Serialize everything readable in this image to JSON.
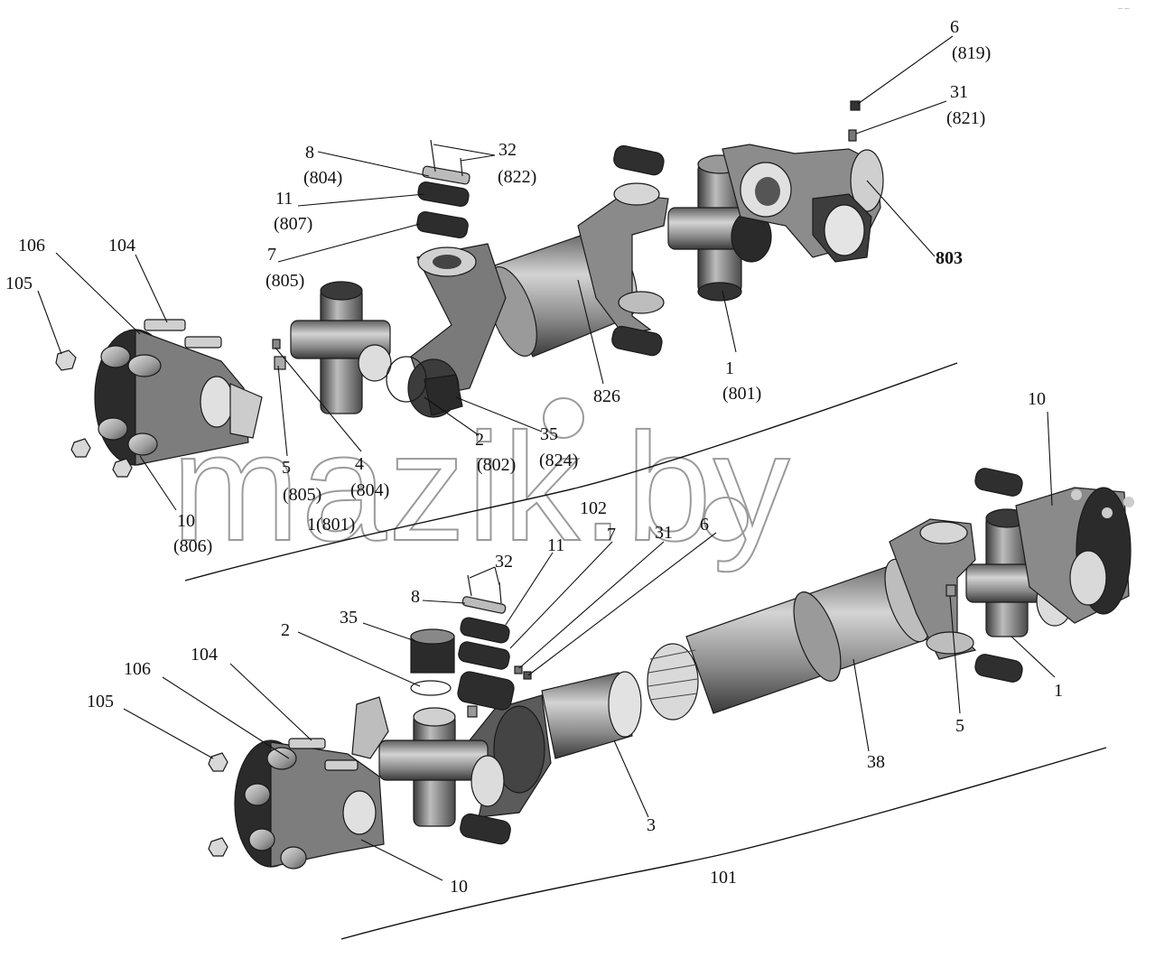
{
  "labels_top": {
    "l6": "6",
    "l819": "(819)",
    "l31": "31",
    "l821": "(821)",
    "l8": "8",
    "l804": "(804)",
    "l32": "32",
    "l822": "(822)",
    "l11": "11",
    "l807": "(807)",
    "l7": "7",
    "l805a": "(805)",
    "l803": "803",
    "l106": "106",
    "l104": "104",
    "l105": "105",
    "l1": "1",
    "l801": "(801)",
    "l826": "826",
    "l35": "35",
    "l824": "(824)",
    "l2": "2",
    "l802": "(802)",
    "l5": "5",
    "l805b": "(805)",
    "l4": "4",
    "l804b": "(804)",
    "l1_801": "1(801)",
    "l10": "10",
    "l806": "(806)"
  },
  "labels_bottom": {
    "l102": "102",
    "l10r": "10",
    "l11": "11",
    "l7": "7",
    "l31": "31",
    "l6": "6",
    "l32": "32",
    "l8": "8",
    "l35": "35",
    "l2": "2",
    "l104": "104",
    "l106": "106",
    "l105": "105",
    "l1": "1",
    "l5": "5",
    "l38": "38",
    "l3": "3",
    "l10": "10",
    "l101": "101"
  },
  "watermark": "mazik.by",
  "corner_mark": "– –",
  "colors": {
    "part_fill": "#8f8f8f",
    "part_dark": "#2b2b2b",
    "part_light": "#d8d8d8",
    "line": "#111111"
  }
}
